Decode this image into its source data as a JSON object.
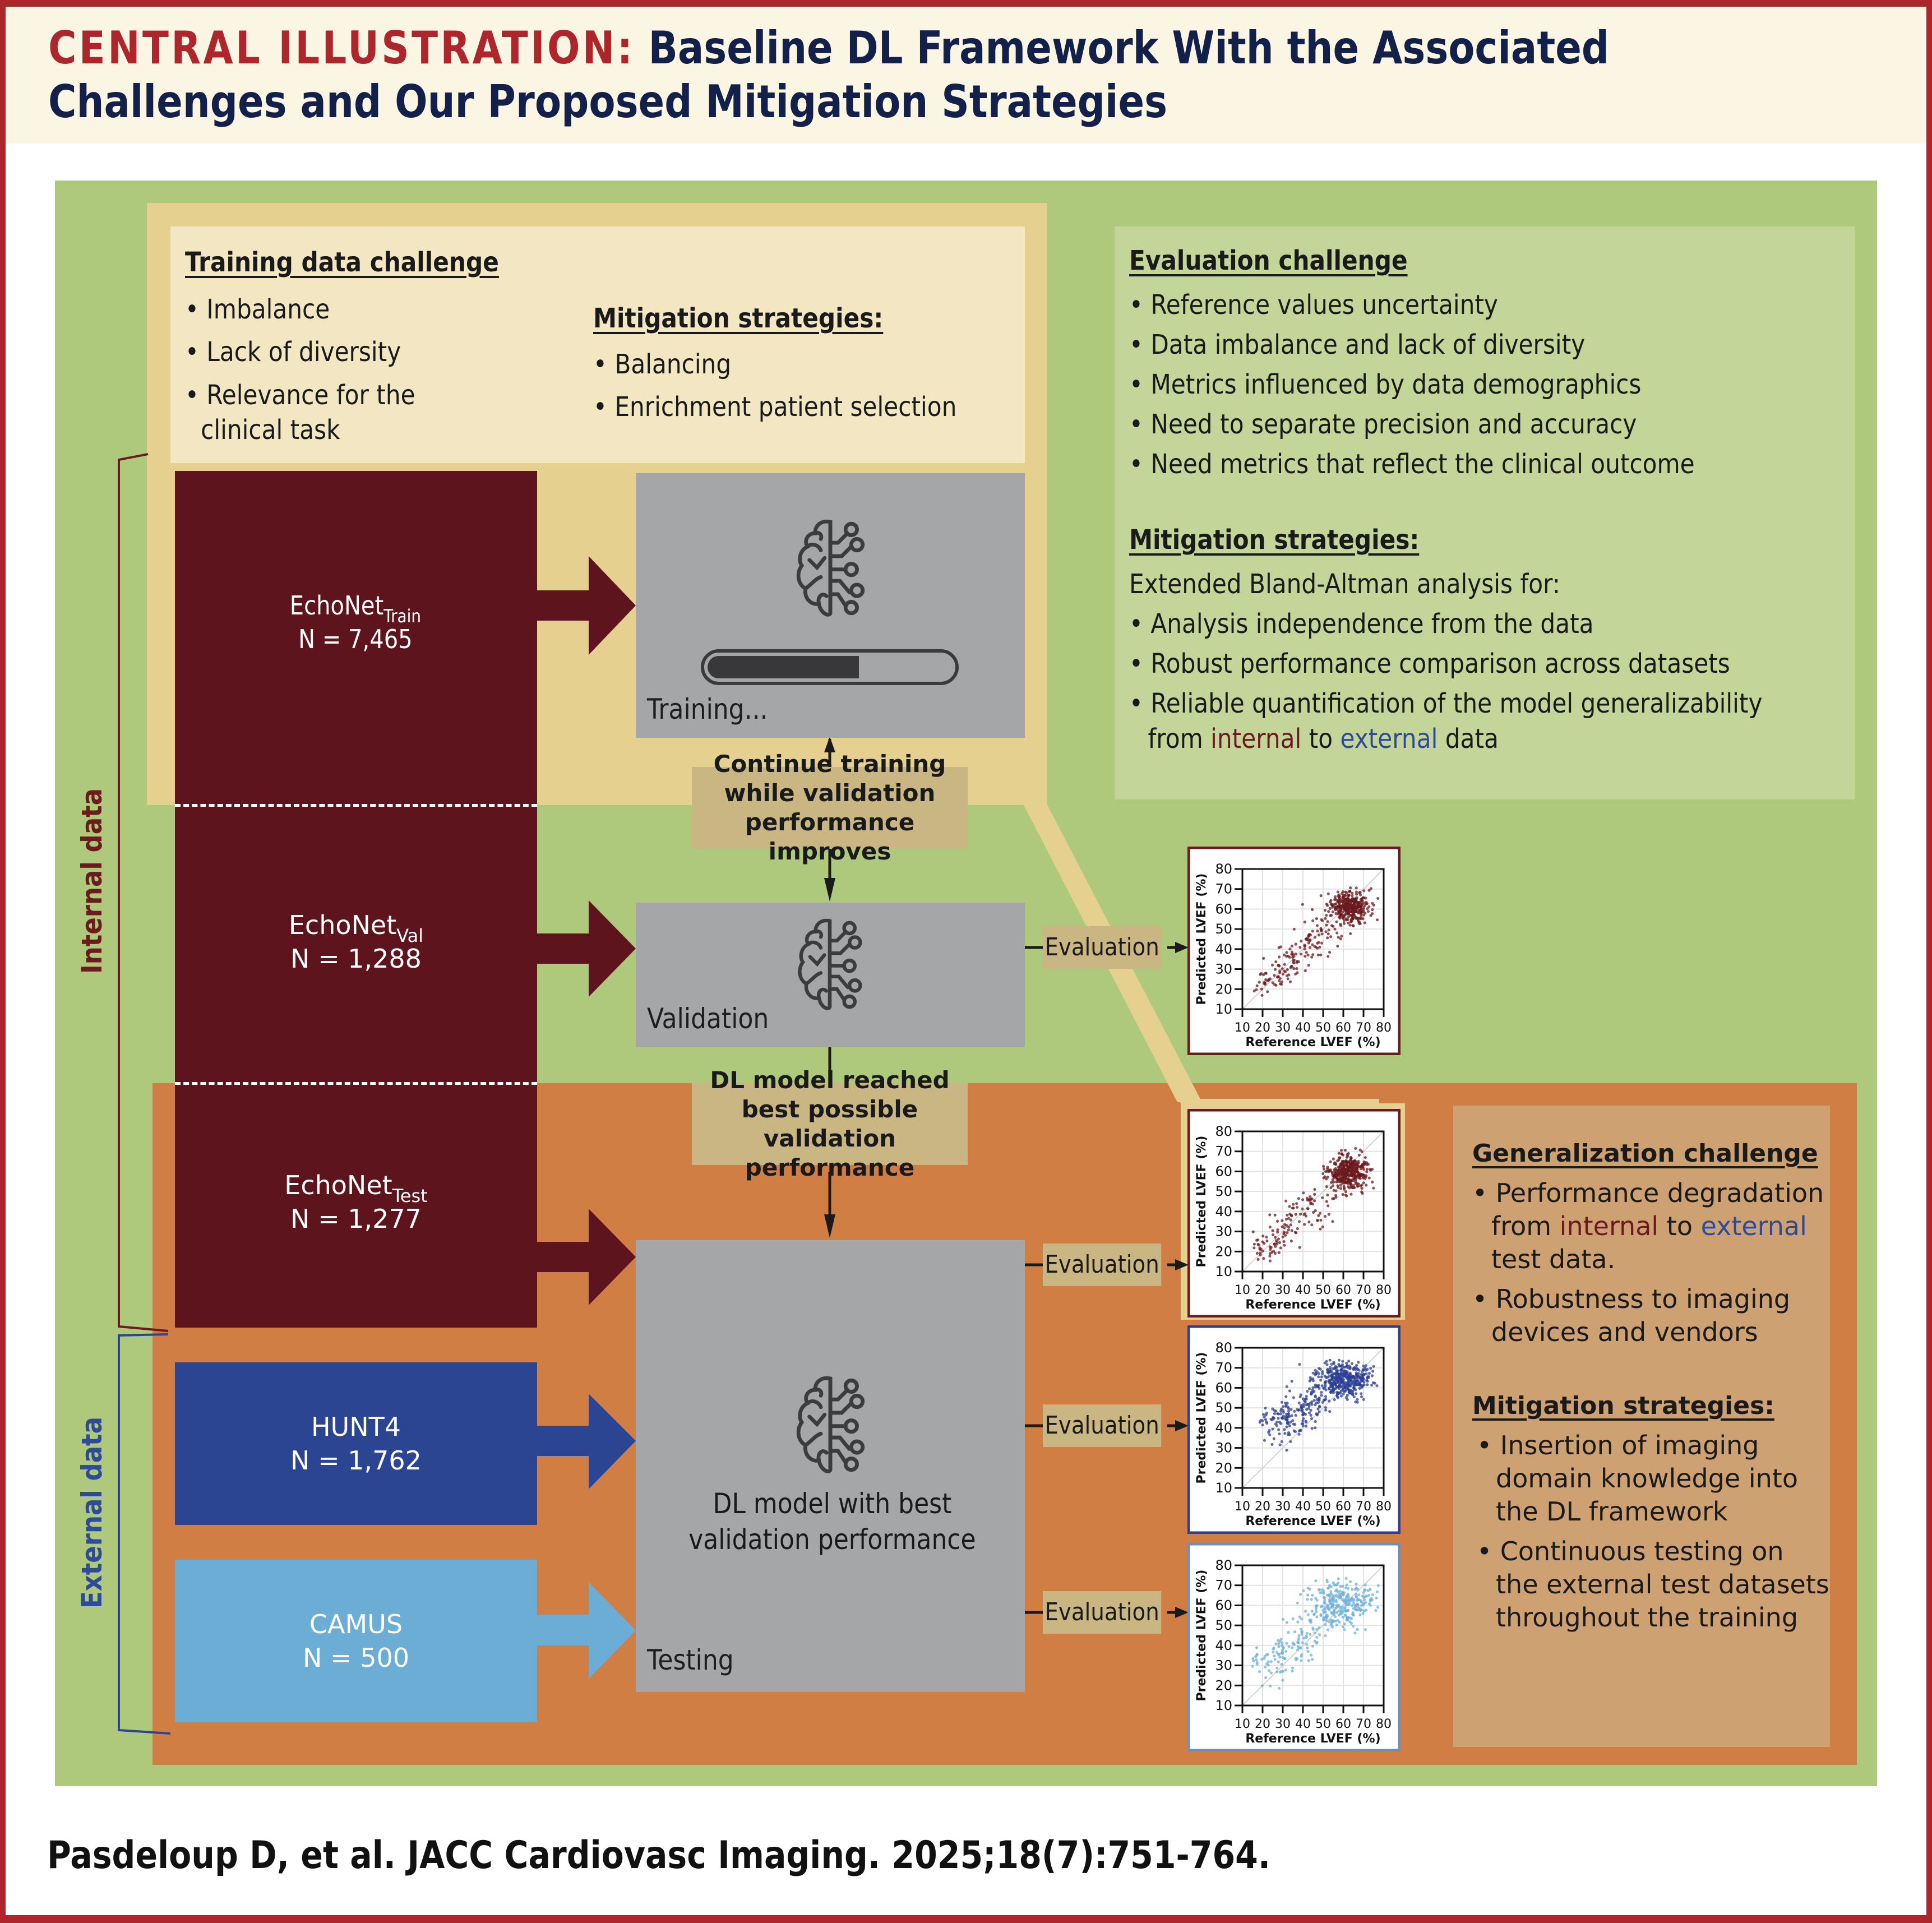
{
  "header": {
    "lead": "CENTRAL ILLUSTRATION:",
    "title_line1": " Baseline DL Framework With the Associated",
    "title_line2": "Challenges and Our Proposed Mitigation Strategies"
  },
  "colors": {
    "brand_red": "#ad262b",
    "title_navy": "#12204a",
    "canvas_green": "#aec87c",
    "training_yellow": "#e5d090",
    "testing_orange": "#d07e43",
    "internal": "#5e141c",
    "hunt4": "#2c4593",
    "camus": "#6badd4",
    "model_gray": "#a5a6a8",
    "note_tan": "#c9b682"
  },
  "training_challenge": {
    "heading": "Training data challenge",
    "items": [
      "Imbalance",
      "Lack of diversity",
      "Relevance for the clinical task"
    ],
    "mitigation_heading": "Mitigation strategies:",
    "mitigation_items": [
      "Balancing",
      "Enrichment patient selection"
    ]
  },
  "evaluation_challenge": {
    "heading": "Evaluation challenge",
    "items": [
      "Reference values uncertainty",
      "Data imbalance and lack of diversity",
      "Metrics influenced by data demographics",
      "Need to separate precision and accuracy",
      "Need metrics that reflect the clinical outcome"
    ],
    "mitigation_heading": "Mitigation strategies:",
    "mitigation_intro": "Extended Bland-Altman analysis for:",
    "mitigation_items": [
      "Analysis independence from the data",
      "Robust performance comparison across datasets",
      "Reliable quantification of the model generalizability"
    ],
    "last_line": {
      "pre": "from ",
      "internal": "internal",
      "mid": " to ",
      "external": "external",
      "post": " data"
    }
  },
  "generalization_challenge": {
    "heading": "Generalization challenge",
    "item1": {
      "pre": "Performance degradation from ",
      "internal": "internal",
      "mid": " to ",
      "external": "external",
      "post": " test data."
    },
    "item2": "Robustness to imaging devices and vendors",
    "mitigation_heading": "Mitigation strategies:",
    "mitigation_items": [
      "Insertion of imaging domain knowledge into the DL framework",
      "Continuous testing on the external test datasets throughout the training"
    ]
  },
  "datasets": [
    {
      "name": "EchoNet",
      "sub": "Train",
      "n": "N = 7,465"
    },
    {
      "name": "EchoNet",
      "sub": "Val",
      "n": "N = 1,288"
    },
    {
      "name": "EchoNet",
      "sub": "Test",
      "n": "N = 1,277"
    },
    {
      "name": "HUNT4",
      "sub": "",
      "n": "N = 1,762"
    },
    {
      "name": "CAMUS",
      "sub": "",
      "n": "N = 500"
    }
  ],
  "side_labels": {
    "internal": "Internal data",
    "external": "External data"
  },
  "stages": {
    "training": "Training...",
    "training_progress": 0.62,
    "validation": "Validation",
    "testing": "Testing",
    "testing_model": "DL model with best validation performance"
  },
  "notes": {
    "continue": "Continue training while validation performance improves",
    "reached": "DL model reached best possible validation performance"
  },
  "evaluation_label": "Evaluation",
  "citation": "Pasdeloup D, et al. JACC Cardiovasc Imaging. 2025;18(7):751-764.",
  "chart_data": [
    {
      "type": "scatter",
      "name": "EchoNet validation",
      "xlabel": "Reference LVEF (%)",
      "ylabel": "Predicted LVEF (%)",
      "xlim": [
        10,
        80
      ],
      "ylim": [
        10,
        80
      ],
      "xticks": [
        10,
        20,
        30,
        40,
        50,
        60,
        70,
        80
      ],
      "yticks": [
        10,
        20,
        30,
        40,
        50,
        60,
        70,
        80
      ],
      "grid": true,
      "identity_line": true,
      "color": "#6b1a1e",
      "border": "#6b1a1e",
      "distribution": {
        "cluster_center": [
          63,
          61
        ],
        "cluster_spread": [
          5,
          4
        ],
        "tail_from": [
          17,
          20
        ],
        "tail_to": [
          55,
          52
        ],
        "points": 520
      }
    },
    {
      "type": "scatter",
      "name": "EchoNet test",
      "xlabel": "Reference LVEF (%)",
      "ylabel": "Predicted LVEF (%)",
      "xlim": [
        10,
        80
      ],
      "ylim": [
        10,
        80
      ],
      "xticks": [
        10,
        20,
        30,
        40,
        50,
        60,
        70,
        80
      ],
      "yticks": [
        10,
        20,
        30,
        40,
        50,
        60,
        70,
        80
      ],
      "grid": true,
      "identity_line": true,
      "color": "#6b1a1e",
      "border": "#6b1a1e",
      "distribution": {
        "cluster_center": [
          62,
          60
        ],
        "cluster_spread": [
          5,
          4.5
        ],
        "tail_from": [
          16,
          19
        ],
        "tail_to": [
          55,
          50
        ],
        "points": 540
      }
    },
    {
      "type": "scatter",
      "name": "HUNT4",
      "xlabel": "Reference LVEF (%)",
      "ylabel": "Predicted LVEF (%)",
      "xlim": [
        10,
        80
      ],
      "ylim": [
        10,
        80
      ],
      "xticks": [
        10,
        20,
        30,
        40,
        50,
        60,
        70,
        80
      ],
      "yticks": [
        10,
        20,
        30,
        40,
        50,
        60,
        70,
        80
      ],
      "grid": true,
      "identity_line": true,
      "color": "#2c3f93",
      "border": "#2c3f93",
      "distribution": {
        "cluster_center": [
          60,
          64
        ],
        "cluster_spread": [
          7,
          4.5
        ],
        "tail_from": [
          23,
          40
        ],
        "tail_to": [
          50,
          55
        ],
        "points": 620
      }
    },
    {
      "type": "scatter",
      "name": "CAMUS",
      "xlabel": "Reference LVEF (%)",
      "ylabel": "Predicted LVEF (%)",
      "xlim": [
        10,
        80
      ],
      "ylim": [
        10,
        80
      ],
      "xticks": [
        10,
        20,
        30,
        40,
        50,
        60,
        70,
        80
      ],
      "yticks": [
        10,
        20,
        30,
        40,
        50,
        60,
        70,
        80
      ],
      "grid": true,
      "identity_line": true,
      "color": "#6fb0db",
      "border": "#6d8fc0",
      "distribution": {
        "cluster_center": [
          58,
          61
        ],
        "cluster_spread": [
          9,
          6
        ],
        "tail_from": [
          18,
          28
        ],
        "tail_to": [
          50,
          50
        ],
        "points": 420
      }
    }
  ]
}
